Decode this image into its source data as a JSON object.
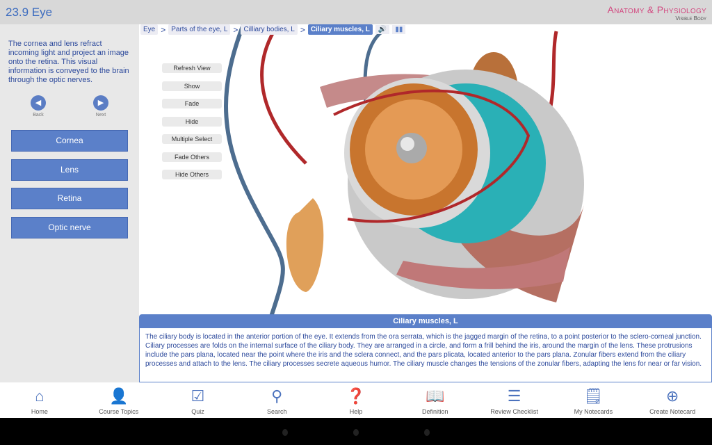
{
  "header": {
    "title": "23.9 Eye",
    "brand_line1": "Anatomy & Physiology",
    "brand_line2": "Visible Body"
  },
  "sidebar": {
    "intro": "The cornea and lens refract incoming light and project an image onto the retina. This visual information is conveyed to the brain through the optic nerves.",
    "back": "Back",
    "next": "Next",
    "items": [
      {
        "label": "Cornea"
      },
      {
        "label": "Lens"
      },
      {
        "label": "Retina"
      },
      {
        "label": "Optic nerve"
      }
    ]
  },
  "breadcrumb": [
    "Eye",
    "Parts of the eye, L",
    "Cilliary bodies, L",
    "Ciliary muscles, L"
  ],
  "tools": [
    "Refresh View",
    "Show",
    "Fade",
    "Hide",
    "Multiple Select",
    "Fade Others",
    "Hide Others"
  ],
  "description": {
    "title": "Ciliary muscles, L",
    "text": "The ciliary body is located in the anterior portion of the eye. It extends from the ora serrata, which is the jagged margin of the retina, to a point posterior to the sclero-corneal junction. Ciliary processes are folds on the internal surface of the ciliary body. They are arranged in a circle, and form a frill behind the iris, around the margin of the lens. These protrusions include the pars plana, located near the point where the iris and the sclera connect, and the pars plicata, located anterior to the pars plana. Zonular fibers extend from the ciliary processes and attach to the lens. The ciliary processes secrete aqueous humor. The ciliary muscle changes the tensions of the zonular fibers, adapting the lens for near or far vision."
  },
  "bottom_nav": [
    {
      "label": "Home",
      "icon": "home-icon"
    },
    {
      "label": "Course Topics",
      "icon": "person-icon"
    },
    {
      "label": "Quiz",
      "icon": "checkbox-icon"
    },
    {
      "label": "Search",
      "icon": "search-icon"
    },
    {
      "label": "Help",
      "icon": "help-icon"
    },
    {
      "label": "Definition",
      "icon": "book-icon"
    },
    {
      "label": "Review Checklist",
      "icon": "checklist-icon"
    },
    {
      "label": "My Notecards",
      "icon": "notecard-icon"
    },
    {
      "label": "Create Notecard",
      "icon": "create-notecard-icon"
    }
  ]
}
